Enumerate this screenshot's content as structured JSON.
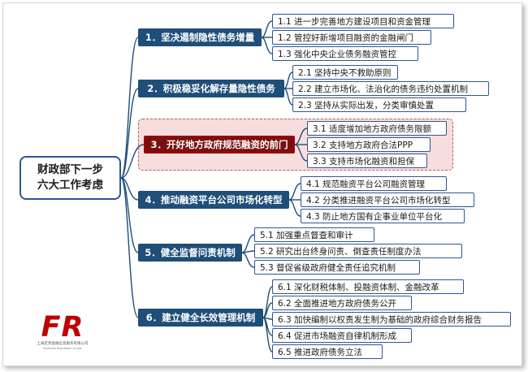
{
  "root": {
    "line1": "财政部下一步",
    "line2": "六大工作考虑"
  },
  "branches": [
    {
      "label": "1．坚决遏制隐性债务增量",
      "highlight": false,
      "items": [
        "1.1 进一步完善地方建设项目和资金管理",
        "1.2 管控好新增项目融资的金融闸门",
        "1.3 强化中央企业债务融资管控"
      ]
    },
    {
      "label": "2．积极稳妥化解存量隐性债务",
      "highlight": false,
      "items": [
        "2.1 坚持中央不救助原则",
        "2.2 建立市场化、法治化的债务违约处置机制",
        "2.3 坚持从实际出发，分类审慎处置"
      ]
    },
    {
      "label": "3．开好地方政府规范融资的前门",
      "highlight": true,
      "items": [
        "3.1 适度增加地方政府债务限额",
        "3.2 支持地方政府合法PPP",
        "3.3 支持市场化融资和担保"
      ]
    },
    {
      "label": "4．推动融资平台公司市场化转型",
      "highlight": false,
      "items": [
        "4.1 规范融资平台公司融资管理",
        "4.2 分类推进融资平台公司市场化转型",
        "4.3 防止地方国有企事业单位平台化"
      ]
    },
    {
      "label": "5．健全监督问责机制",
      "highlight": false,
      "items": [
        "5.1 加强重点督查和审计",
        "5.2 研究出台终身问责、倒查责任制度办法",
        "5.3 督促省级政府健全责任追究机制"
      ]
    },
    {
      "label": "6．建立健全长效管理机制",
      "highlight": false,
      "items": [
        "6.1 深化财税体制、投融资体制、金融改革",
        "6.2 全面推进地方政府债务公开",
        "6.3 加快编制以权责发生制为基础的政府综合财务报告",
        "6.4 促进市场融资自律机制形成",
        "6.5 推进政府债务立法"
      ]
    }
  ],
  "logo": {
    "letters": "FR",
    "cn": "上海走势金融信息服务有限公司",
    "en": "Financial Regulation & Law"
  },
  "colors": {
    "main": "#1f4e79",
    "highlight": "#7b0f0f",
    "highlight_bg": "#f6dede",
    "logo": "#c00000"
  }
}
